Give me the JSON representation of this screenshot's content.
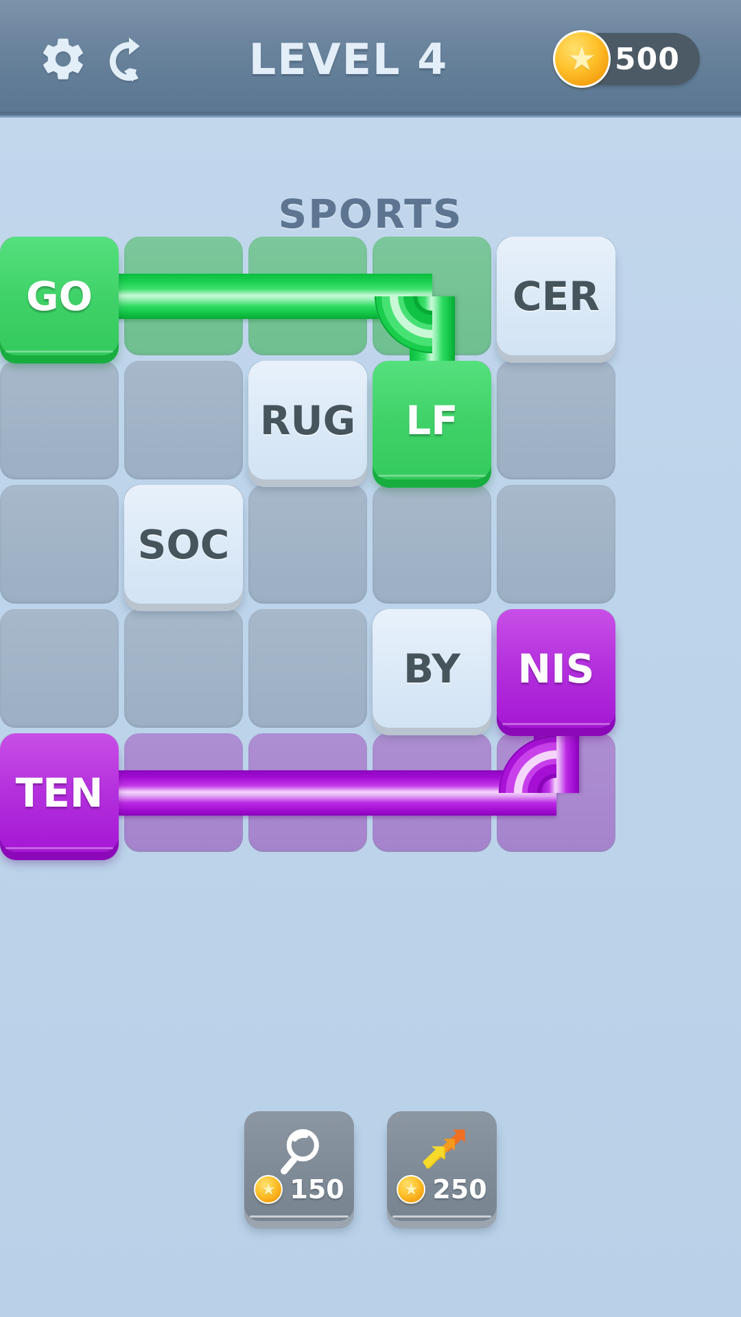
{
  "header": {
    "settings_icon": "gear-icon",
    "restart_icon": "restart-icon",
    "title": "LEVEL 4",
    "coin_icon": "coin-star-icon",
    "coin_count": "500"
  },
  "category": "SPORTS",
  "grid": {
    "rows": 5,
    "cols": 5,
    "cell_size": 173,
    "gap": 8,
    "lit_cells": [
      {
        "r": 0,
        "c": 1,
        "color": "green"
      },
      {
        "r": 0,
        "c": 2,
        "color": "green"
      },
      {
        "r": 0,
        "c": 3,
        "color": "green"
      },
      {
        "r": 4,
        "c": 1,
        "color": "purple"
      },
      {
        "r": 4,
        "c": 2,
        "color": "purple"
      },
      {
        "r": 4,
        "c": 3,
        "color": "purple"
      },
      {
        "r": 4,
        "c": 4,
        "color": "purple"
      }
    ]
  },
  "tiles": [
    {
      "label": "GO",
      "r": 0,
      "c": 0,
      "state": "green"
    },
    {
      "label": "CER",
      "r": 0,
      "c": 4,
      "state": "plain"
    },
    {
      "label": "RUG",
      "r": 1,
      "c": 2,
      "state": "plain"
    },
    {
      "label": "LF",
      "r": 1,
      "c": 3,
      "state": "green"
    },
    {
      "label": "SOC",
      "r": 2,
      "c": 1,
      "state": "plain"
    },
    {
      "label": "BY",
      "r": 3,
      "c": 3,
      "state": "plain"
    },
    {
      "label": "NIS",
      "r": 3,
      "c": 4,
      "state": "purple"
    },
    {
      "label": "TEN",
      "r": 4,
      "c": 0,
      "state": "purple"
    }
  ],
  "connections": [
    {
      "word": "GOLF",
      "color": "green",
      "from": "GO",
      "to": "LF"
    },
    {
      "word": "TENNIS",
      "color": "purple",
      "from": "TEN",
      "to": "NIS"
    }
  ],
  "powerups": [
    {
      "icon": "magnifier-icon",
      "label": "hint",
      "cost": "150"
    },
    {
      "icon": "arrows-up-icon",
      "label": "boost",
      "cost": "250"
    }
  ],
  "colors": {
    "background": "#bdd4ea",
    "header": "#617c96",
    "green_tile": "#3ed167",
    "purple_tile": "#b431dd",
    "plain_tile": "#dbe9f7",
    "empty_cell": "#9cafc3",
    "title_text": "#5d7590",
    "coin_gold": "#ffc32e"
  }
}
